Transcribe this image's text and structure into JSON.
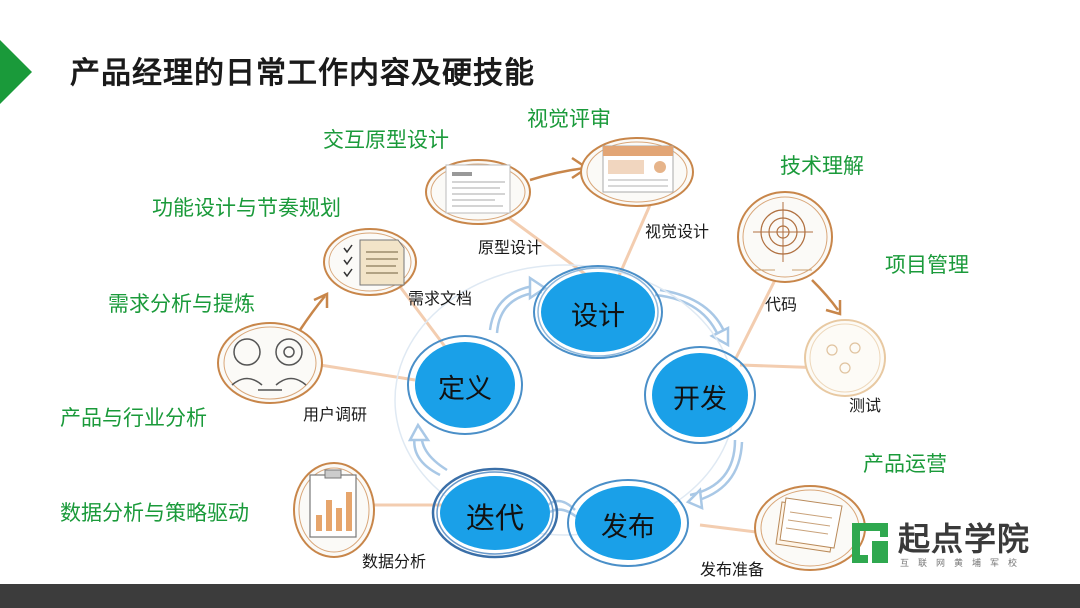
{
  "title": "产品经理的日常工作内容及硬技能",
  "colors": {
    "accent_green": "#1a9a3a",
    "node_blue": "#1aa0e8",
    "sketch_orange": "#c8864a",
    "footer": "#3c3c3c"
  },
  "cycle": {
    "design": "设计",
    "develop": "开发",
    "release": "发布",
    "iterate": "迭代",
    "define": "定义"
  },
  "skills": {
    "interaction_prototype": "交互原型设计",
    "visual_review": "视觉评审",
    "tech_understanding": "技术理解",
    "project_management": "项目管理",
    "feature_planning": "功能设计与节奏规划",
    "requirement_analysis": "需求分析与提炼",
    "industry_analysis": "产品与行业分析",
    "product_operation": "产品运营",
    "data_strategy": "数据分析与策略驱动"
  },
  "tasks": {
    "prototype": "原型设计",
    "visual_design": "视觉设计",
    "requirement_doc": "需求文档",
    "code": "代码",
    "test": "测试",
    "user_research": "用户调研",
    "data_analysis": "数据分析",
    "release_prep": "发布准备"
  },
  "logo": {
    "name": "起点学院",
    "sub": "互联网黄埔军校"
  }
}
